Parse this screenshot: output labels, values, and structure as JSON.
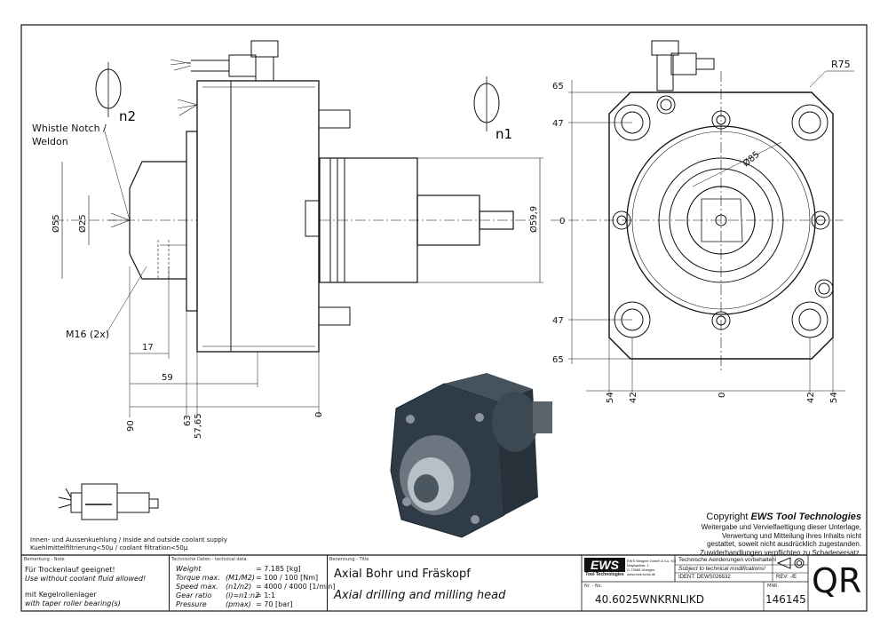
{
  "drawing": {
    "labels": {
      "whistle_notch": "Whistle Notch /",
      "weldon": "Weldon",
      "m16": "M16 (2x)",
      "n1": "n1",
      "n2": "n2",
      "r75": "R75"
    },
    "dims_left": {
      "d55": "Ø55",
      "d25": "Ø25",
      "d599": "Ø59,9",
      "d17": "17",
      "d59": "59",
      "d90": "90",
      "d63": "63",
      "d5765": "57,65",
      "d0": "0"
    },
    "dims_right": {
      "v65t": "65",
      "v47t": "47",
      "v0": "0",
      "v47b": "47",
      "v65b": "65",
      "h54l": "54",
      "h42l": "42",
      "h0": "0",
      "h42r": "42",
      "h54r": "54",
      "d85": "Ø85"
    }
  },
  "copyright": {
    "title_prefix": "Copyright",
    "title_brand": "EWS Tool Technologies",
    "lines": [
      "Weitergabe und Vervielfaeltigung dieser Unterlage,",
      "Verwertung und Mitteilung ihres Inhalts nicht",
      "gestattet, soweit nicht ausdrücklich zugestanden.",
      "Zuwiderhandlungen verpflichten zu Schadenersatz."
    ]
  },
  "coolant": {
    "line1": "Innen- und Aussenkuehlung / Inside and outside coolant supply",
    "line2": "Kuehlmittelfiltrierung<50µ / coolant filtration<50µ"
  },
  "title_block": {
    "note_label": "Bemerkung - Note",
    "note_lines": [
      "Für Trockenlauf geeignet!",
      "Use without coolant fluid allowed!",
      "",
      "mit Kegelrollenlager",
      "with taper roller bearing(s)"
    ],
    "tech_label": "Technische Daten - technical data",
    "tech_rows": [
      {
        "name": "Weight",
        "sym": "",
        "val": "=  7.185 [kg]"
      },
      {
        "name": "Torque max.",
        "sym": "(M1/M2)",
        "val": "=  100 / 100 [Nm]"
      },
      {
        "name": "Speed max.",
        "sym": "(n1/n2)",
        "val": "=  4000 / 4000 [1/min]"
      },
      {
        "name": "Gear ratio",
        "sym": "(i)=n1:n2",
        "val": "=  1:1"
      },
      {
        "name": "Pressure",
        "sym": "(pmax)",
        "val": "=  70 [bar]"
      }
    ],
    "title_label": "Benennung - Title",
    "title_de": "Axial Bohr und Fräskopf",
    "title_en": "Axial drilling and milling head",
    "logo": "EWS",
    "logo_sub": "Tool Technologies",
    "company": [
      "EWS Weigele GmbH & Co. KG",
      "Maybachstr. 1",
      "D-73066 Uhingen",
      "www.ews-tools.de"
    ],
    "change_de": "Technische Aenderungen vorbehalten!",
    "change_en": "Subject to technical modifications!",
    "ident": "IDENT: DEWS026532",
    "rev": "REV: -/E",
    "nr_label": "Nr. - No.",
    "part_no": "40.6025WNKRNLIKD",
    "mnr_label": "MNR.",
    "mnr": "146145",
    "qr": "QR"
  }
}
